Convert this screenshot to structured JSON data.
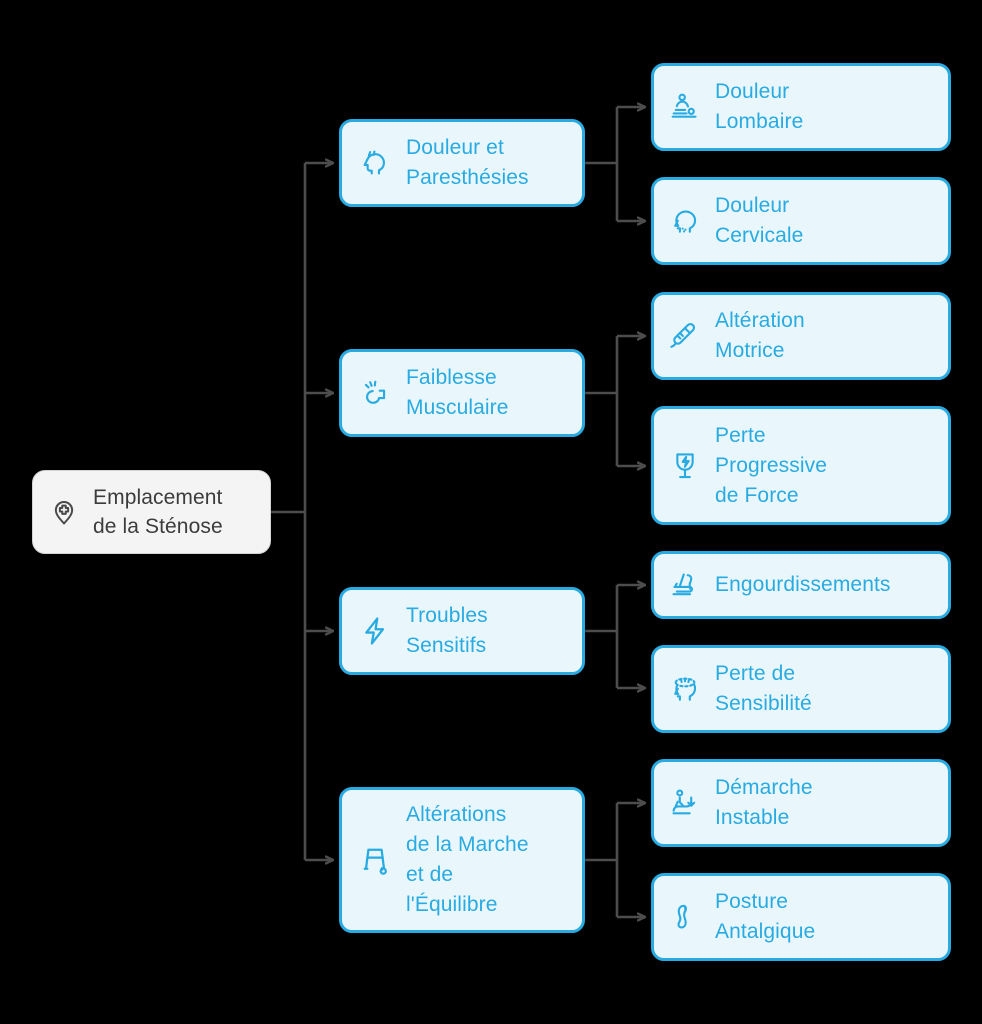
{
  "diagram": {
    "title": "Emplacement de la Sténose",
    "colors": {
      "background": "#000000",
      "accent": "#29ABE2",
      "node_fill": "#E9F7FD",
      "root_fill": "#F4F4F4",
      "root_text": "#3C3C3C",
      "connector": "#4D4D4D"
    },
    "root": {
      "label": "Emplacement\nde la Sténose",
      "icon": "map-pin-medical-icon"
    },
    "branches": [
      {
        "label": "Douleur et\nParesthésies",
        "icon": "head-pain-icon",
        "children": [
          {
            "label": "Douleur\nLombaire",
            "icon": "lower-back-pain-icon"
          },
          {
            "label": "Douleur\nCervicale",
            "icon": "neck-pain-head-icon"
          }
        ]
      },
      {
        "label": "Faiblesse\nMusculaire",
        "icon": "weak-muscle-icon",
        "children": [
          {
            "label": "Altération\nMotrice",
            "icon": "muscle-arm-icon"
          },
          {
            "label": "Perte\nProgressive\nde Force",
            "icon": "fragile-glass-icon"
          }
        ]
      },
      {
        "label": "Troubles\nSensitifs",
        "icon": "lightning-bolt-icon",
        "children": [
          {
            "label": "Engourdissements",
            "icon": "foot-numbness-icon"
          },
          {
            "label": "Perte de\nSensibilité",
            "icon": "head-sensation-icon"
          }
        ]
      },
      {
        "label": "Altérations\nde la Marche\net de\nl'Équilibre",
        "icon": "walker-frame-icon",
        "children": [
          {
            "label": "Démarche\nInstable",
            "icon": "unstable-gait-icon"
          },
          {
            "label": "Posture\nAntalgique",
            "icon": "bent-posture-icon"
          }
        ]
      }
    ]
  }
}
